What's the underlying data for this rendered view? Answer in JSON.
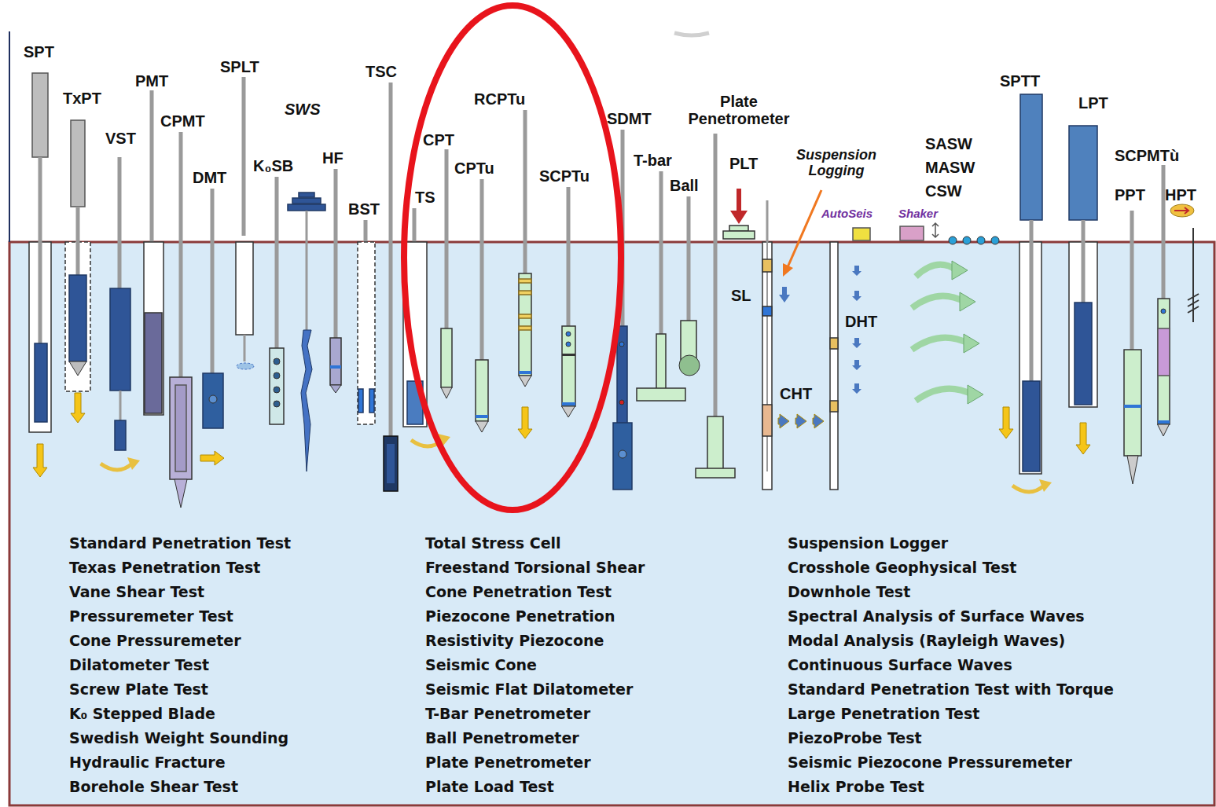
{
  "diagram": {
    "labels": [
      "SPT",
      "TxPT",
      "VST",
      "PMT",
      "CPMT",
      "DMT",
      "SPLT",
      "K₀SB",
      "SWS",
      "HF",
      "BST",
      "TSC",
      "TS",
      "CPT",
      "CPTu",
      "RCPTu",
      "SCPTu",
      "SDMT",
      "T-bar",
      "Ball",
      "Plate Penetrometer",
      "PLT",
      "Suspension Logging",
      "SL",
      "AutoSeis",
      "Shaker",
      "SASW",
      "MASW",
      "CSW",
      "DHT",
      "CHT",
      "SPTT",
      "LPT",
      "SCPMTù",
      "PPT",
      "HPT",
      "Standard Penetration Test",
      "Texas Penetration Test",
      "Vane Shear Test",
      "Pressuremeter Test",
      "Cone Pressuremeter",
      "Dilatometer Test",
      "Screw Plate Test",
      "K₀ Stepped Blade",
      "Swedish Weight Sounding",
      "Hydraulic Fracture",
      "Borehole Shear Test",
      "Total Stress Cell",
      "Freestand Torsional Shear",
      "Cone Penetration Test",
      "Piezocone Penetration",
      "Resistivity Piezocone",
      "Seismic Cone",
      "Seismic Flat Dilatometer",
      "T-Bar Penetrometer",
      "Ball Penetrometer",
      "Plate Penetrometer",
      "Plate Load Test",
      "Suspension Logger",
      "Crosshole Geophysical Test",
      "Downhole Test",
      "Spectral Analysis of Surface Waves",
      "Modal Analysis (Rayleigh Waves)",
      "Continuous Surface Waves",
      "Standard Penetration Test with Torque",
      "Large Penetration Test",
      "PiezoProbe Test",
      "Seismic Piezocone Pressuremeter",
      "Helix Probe Test"
    ]
  }
}
